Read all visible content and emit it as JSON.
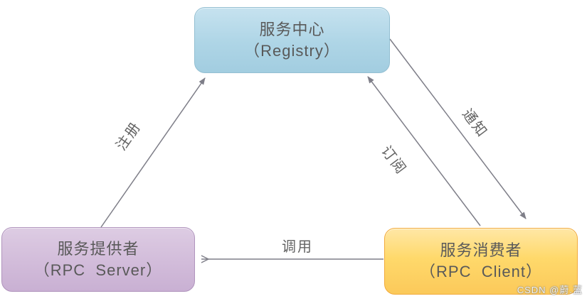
{
  "diagram": {
    "nodes": {
      "registry": {
        "title": "服务中心",
        "subtitle": "（Registry）",
        "fill": "#aed5e6",
        "border": "#93bfd2"
      },
      "server": {
        "title": "服务提供者",
        "subtitle": "（RPC  Server）",
        "fill": "#d2bcda",
        "border": "#b094bd"
      },
      "client": {
        "title": "服务消费者",
        "subtitle": "（RPC  Client）",
        "fill": "#ffd96b",
        "border": "#f2ab3c"
      }
    },
    "edges": {
      "register": {
        "label": "注册",
        "from": "server",
        "to": "registry"
      },
      "subscribe": {
        "label": "订阅",
        "from": "client",
        "to": "registry"
      },
      "notify": {
        "label": "通知",
        "from": "registry",
        "to": "client"
      },
      "invoke": {
        "label": "调用",
        "from": "client",
        "to": "server"
      }
    },
    "arrow_color": "#7e7e88",
    "text_color": "#595959"
  },
  "watermark": {
    "text": "CSDN @蔚.蓝"
  }
}
